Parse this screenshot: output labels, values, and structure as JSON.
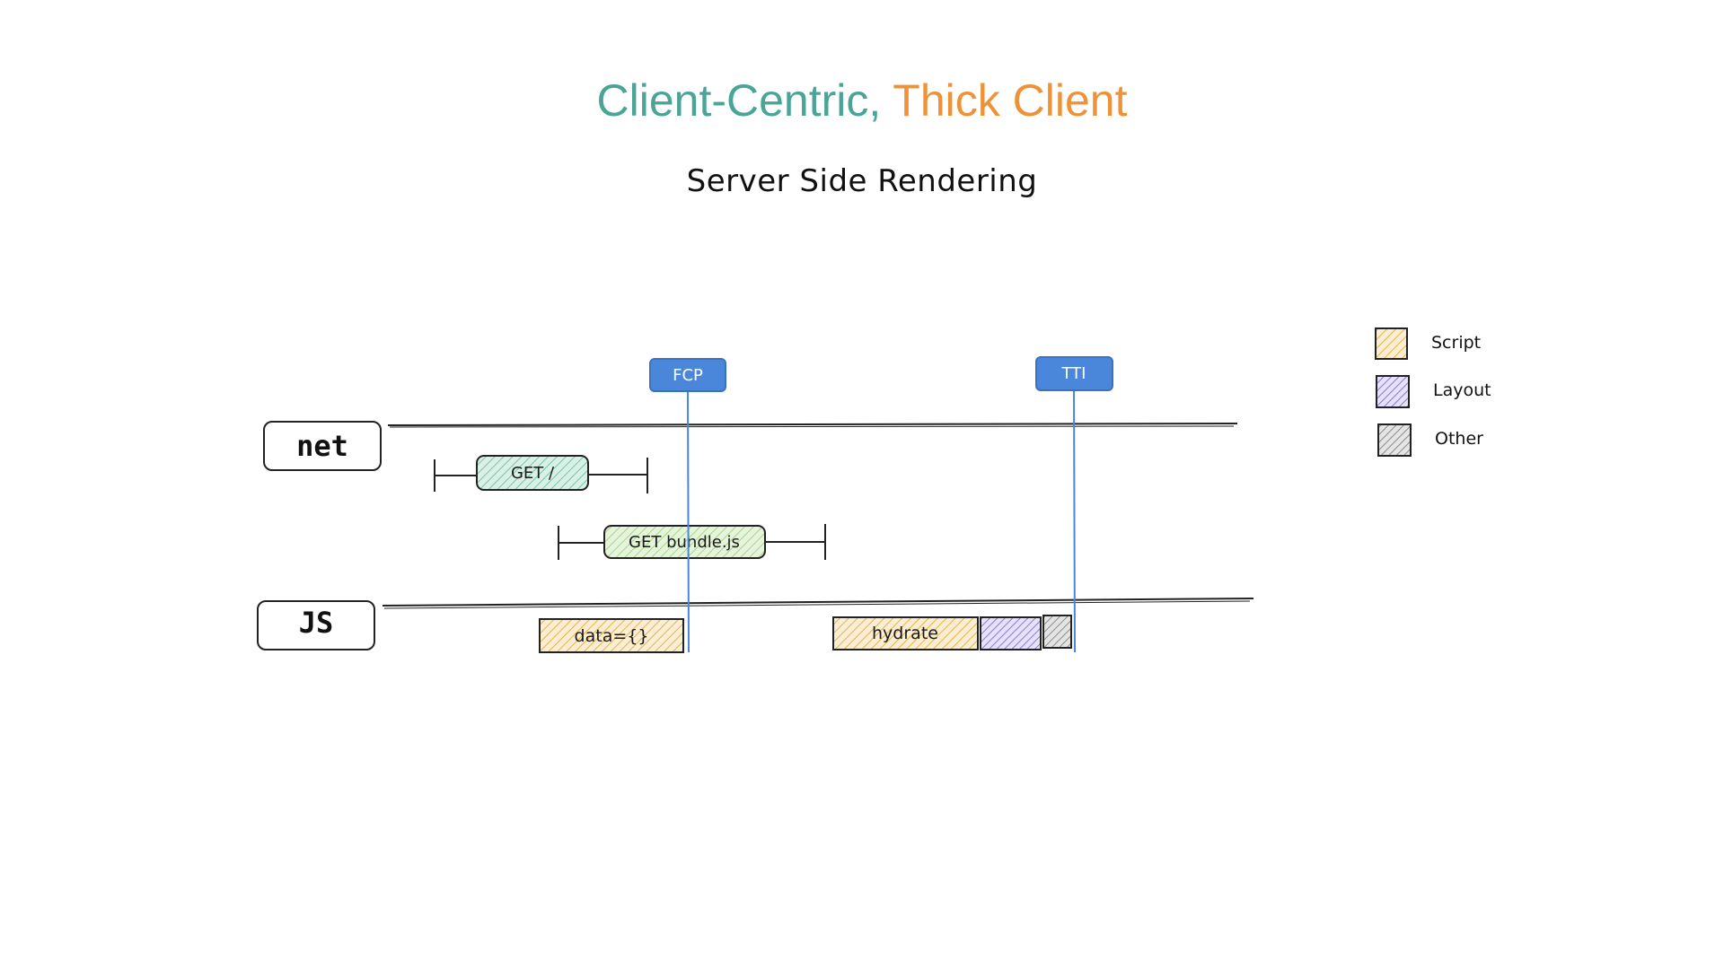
{
  "title": {
    "part_a": "Client-Centric, ",
    "part_b": "Thick Client"
  },
  "subtitle": "Server Side Rendering",
  "lanes": {
    "net": "net",
    "js": "JS"
  },
  "markers": {
    "fcp": "FCP",
    "tti": "TTI"
  },
  "requests": {
    "get_root": "GET /",
    "get_bundle": "GET bundle.js"
  },
  "tasks": {
    "data": "data={}",
    "hydrate": "hydrate"
  },
  "legend": {
    "script": "Script",
    "layout": "Layout",
    "other": "Other"
  },
  "colors": {
    "title_teal": "#4aa597",
    "title_orange": "#ef9237",
    "marker_blue": "#4a86d9",
    "script_fill": "#f2c879",
    "layout_fill": "#9d8de0",
    "other_fill": "#9a9a9a",
    "get_root_fill": "#8fcfb8",
    "get_bundle_fill": "#b7dfa2"
  }
}
